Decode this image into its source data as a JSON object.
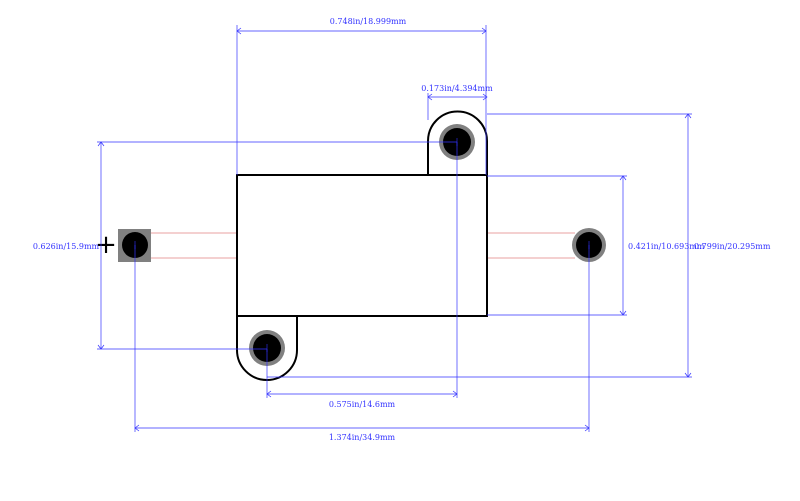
{
  "colors": {
    "background": "#ffffff",
    "outline": "#000000",
    "dimension": "#3333ff",
    "lead": "#e8a0a0",
    "pad_ring": "#808080",
    "drill": "#000000"
  },
  "dimensions": {
    "top_width": "0.748in/18.999mm",
    "tab_width": "0.173in/4.394mm",
    "left_height": "0.626in/15.9mm",
    "body_height": "0.421in/10.693mm",
    "total_height": "0.799in/20.295mm",
    "pad_spacing": "0.575in/14.6mm",
    "lead_spacing": "1.374in/34.9mm"
  },
  "markers": {
    "pin1": "+"
  }
}
